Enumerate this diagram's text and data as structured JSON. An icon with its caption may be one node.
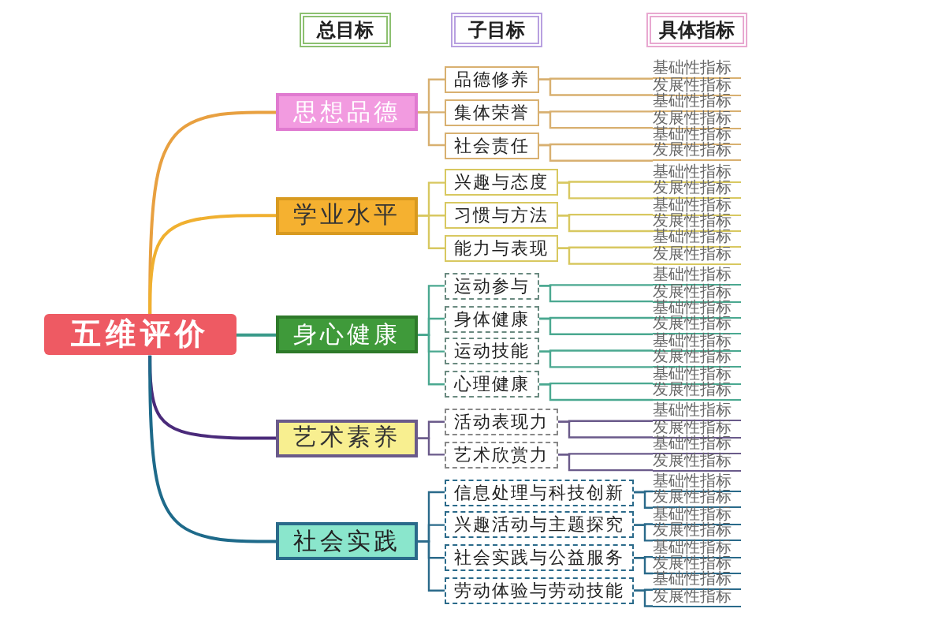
{
  "diagram": {
    "nodes": [
      {
        "text": [
          "总目标"
        ]
      },
      {
        "text": [
          "子目标"
        ]
      },
      {
        "text": [
          "具体指标"
        ]
      },
      {
        "text": [
          "五维评价"
        ]
      },
      {
        "text": [
          "思想品德"
        ]
      },
      {
        "text": [
          "品德修养"
        ]
      },
      {
        "text": [
          "基础性指标"
        ]
      },
      {
        "text": [
          "发展性指标"
        ]
      },
      {
        "text": [
          "集体荣誉"
        ]
      },
      {
        "text": [
          "基础性指标"
        ]
      },
      {
        "text": [
          "发展性指标"
        ]
      },
      {
        "text": [
          "社会责任"
        ]
      },
      {
        "text": [
          "基础性指标"
        ]
      },
      {
        "text": [
          "发展性指标"
        ]
      },
      {
        "text": [
          "学业水平"
        ]
      },
      {
        "text": [
          "兴趣与态度"
        ]
      },
      {
        "text": [
          "基础性指标"
        ]
      },
      {
        "text": [
          "发展性指标"
        ]
      },
      {
        "text": [
          "习惯与方法"
        ]
      },
      {
        "text": [
          "基础性指标"
        ]
      },
      {
        "text": [
          "发展性指标"
        ]
      },
      {
        "text": [
          "能力与表现"
        ]
      },
      {
        "text": [
          "基础性指标"
        ]
      },
      {
        "text": [
          "发展性指标"
        ]
      },
      {
        "text": [
          "身心健康"
        ]
      },
      {
        "text": [
          "运动参与"
        ]
      },
      {
        "text": [
          "基础性指标"
        ]
      },
      {
        "text": [
          "发展性指标"
        ]
      },
      {
        "text": [
          "身体健康"
        ]
      },
      {
        "text": [
          "基础性指标"
        ]
      },
      {
        "text": [
          "发展性指标"
        ]
      },
      {
        "text": [
          "运动技能"
        ]
      },
      {
        "text": [
          "基础性指标"
        ]
      },
      {
        "text": [
          "发展性指标"
        ]
      },
      {
        "text": [
          "心理健康"
        ]
      },
      {
        "text": [
          "基础性指标"
        ]
      },
      {
        "text": [
          "发展性指标"
        ]
      },
      {
        "text": [
          "艺术素养"
        ]
      },
      {
        "text": [
          "活动表现力"
        ]
      },
      {
        "text": [
          "基础性指标"
        ]
      },
      {
        "text": [
          "发展性指标"
        ]
      },
      {
        "text": [
          "艺术欣赏力"
        ]
      },
      {
        "text": [
          "基础性指标"
        ]
      },
      {
        "text": [
          "发展性指标"
        ]
      },
      {
        "text": [
          "社会实践"
        ]
      },
      {
        "text": [
          "信息处理与科技创新"
        ]
      },
      {
        "text": [
          "基础性指标"
        ]
      },
      {
        "text": [
          "发展性指标"
        ]
      },
      {
        "text": [
          "兴趣活动与主题探究"
        ]
      },
      {
        "text": [
          "基础性指标"
        ]
      },
      {
        "text": [
          "发展性指标"
        ]
      },
      {
        "text": [
          "社会实践与公益服务"
        ]
      },
      {
        "text": [
          "基础性指标"
        ]
      },
      {
        "text": [
          "发展性指标"
        ]
      },
      {
        "text": [
          "劳动体验与劳动技能"
        ]
      },
      {
        "text": [
          "基础性指标"
        ]
      },
      {
        "text": [
          "发展性指标"
        ]
      }
    ],
    "edges": [
      {
        "from": 3,
        "to": 4,
        "arrow": "none",
        "color": "#e8a040"
      },
      {
        "from": 3,
        "to": 14,
        "arrow": "none",
        "color": "#f0b030"
      },
      {
        "from": 3,
        "to": 24,
        "arrow": "none",
        "color": "#3a9a8a"
      },
      {
        "from": 3,
        "to": 37,
        "arrow": "none",
        "color": "#4a2a7a"
      },
      {
        "from": 3,
        "to": 44,
        "arrow": "none",
        "color": "#1e6a8a"
      },
      {
        "from": 4,
        "to": 5,
        "arrow": "none",
        "color": "#d8b070"
      },
      {
        "from": 5,
        "to": 6,
        "arrow": "none",
        "color": "#d8b070"
      },
      {
        "from": 5,
        "to": 7,
        "arrow": "none",
        "color": "#d8b070"
      },
      {
        "from": 4,
        "to": 8,
        "arrow": "none",
        "color": "#d8b070"
      },
      {
        "from": 8,
        "to": 9,
        "arrow": "none",
        "color": "#d8b070"
      },
      {
        "from": 8,
        "to": 10,
        "arrow": "none",
        "color": "#d8b070"
      },
      {
        "from": 4,
        "to": 11,
        "arrow": "none",
        "color": "#d8b070"
      },
      {
        "from": 11,
        "to": 12,
        "arrow": "none",
        "color": "#d8b070"
      },
      {
        "from": 11,
        "to": 13,
        "arrow": "none",
        "color": "#d8b070"
      },
      {
        "from": 14,
        "to": 15,
        "arrow": "none",
        "color": "#d8c860"
      },
      {
        "from": 15,
        "to": 16,
        "arrow": "none",
        "color": "#d8c860"
      },
      {
        "from": 15,
        "to": 17,
        "arrow": "none",
        "color": "#d8c860"
      },
      {
        "from": 14,
        "to": 18,
        "arrow": "none",
        "color": "#d8c860"
      },
      {
        "from": 18,
        "to": 19,
        "arrow": "none",
        "color": "#d8c860"
      },
      {
        "from": 18,
        "to": 20,
        "arrow": "none",
        "color": "#d8c860"
      },
      {
        "from": 14,
        "to": 21,
        "arrow": "none",
        "color": "#d8c860"
      },
      {
        "from": 21,
        "to": 22,
        "arrow": "none",
        "color": "#d8c860"
      },
      {
        "from": 21,
        "to": 23,
        "arrow": "none",
        "color": "#d8c860"
      },
      {
        "from": 24,
        "to": 25,
        "arrow": "none",
        "color": "#4aa890"
      },
      {
        "from": 25,
        "to": 26,
        "arrow": "none",
        "color": "#4aa890"
      },
      {
        "from": 25,
        "to": 27,
        "arrow": "none",
        "color": "#4aa890"
      },
      {
        "from": 24,
        "to": 28,
        "arrow": "none",
        "color": "#4aa890"
      },
      {
        "from": 28,
        "to": 29,
        "arrow": "none",
        "color": "#4aa890"
      },
      {
        "from": 28,
        "to": 30,
        "arrow": "none",
        "color": "#4aa890"
      },
      {
        "from": 24,
        "to": 31,
        "arrow": "none",
        "color": "#4aa890"
      },
      {
        "from": 31,
        "to": 32,
        "arrow": "none",
        "color": "#4aa890"
      },
      {
        "from": 31,
        "to": 33,
        "arrow": "none",
        "color": "#4aa890"
      },
      {
        "from": 24,
        "to": 34,
        "arrow": "none",
        "color": "#4aa890"
      },
      {
        "from": 34,
        "to": 35,
        "arrow": "none",
        "color": "#4aa890"
      },
      {
        "from": 34,
        "to": 36,
        "arrow": "none",
        "color": "#4aa890"
      },
      {
        "from": 37,
        "to": 38,
        "arrow": "none",
        "color": "#6a5a8a"
      },
      {
        "from": 38,
        "to": 39,
        "arrow": "none",
        "color": "#6a5a8a"
      },
      {
        "from": 38,
        "to": 40,
        "arrow": "none",
        "color": "#6a5a8a"
      },
      {
        "from": 37,
        "to": 41,
        "arrow": "none",
        "color": "#6a5a8a"
      },
      {
        "from": 41,
        "to": 42,
        "arrow": "none",
        "color": "#6a5a8a"
      },
      {
        "from": 41,
        "to": 43,
        "arrow": "none",
        "color": "#6a5a8a"
      },
      {
        "from": 44,
        "to": 45,
        "arrow": "none",
        "color": "#2a6a8a"
      },
      {
        "from": 45,
        "to": 46,
        "arrow": "none",
        "color": "#2a6a8a"
      },
      {
        "from": 45,
        "to": 47,
        "arrow": "none",
        "color": "#2a6a8a"
      },
      {
        "from": 44,
        "to": 48,
        "arrow": "none",
        "color": "#2a6a8a"
      },
      {
        "from": 48,
        "to": 49,
        "arrow": "none",
        "color": "#2a6a8a"
      },
      {
        "from": 48,
        "to": 50,
        "arrow": "none",
        "color": "#2a6a8a"
      },
      {
        "from": 44,
        "to": 51,
        "arrow": "none",
        "color": "#2a6a8a"
      },
      {
        "from": 51,
        "to": 52,
        "arrow": "none",
        "color": "#2a6a8a"
      },
      {
        "from": 51,
        "to": 53,
        "arrow": "none",
        "color": "#2a6a8a"
      },
      {
        "from": 44,
        "to": 54,
        "arrow": "none",
        "color": "#2a6a8a"
      },
      {
        "from": 54,
        "to": 55,
        "arrow": "none",
        "color": "#2a6a8a"
      },
      {
        "from": 54,
        "to": 56,
        "arrow": "none",
        "color": "#2a6a8a"
      }
    ]
  }
}
